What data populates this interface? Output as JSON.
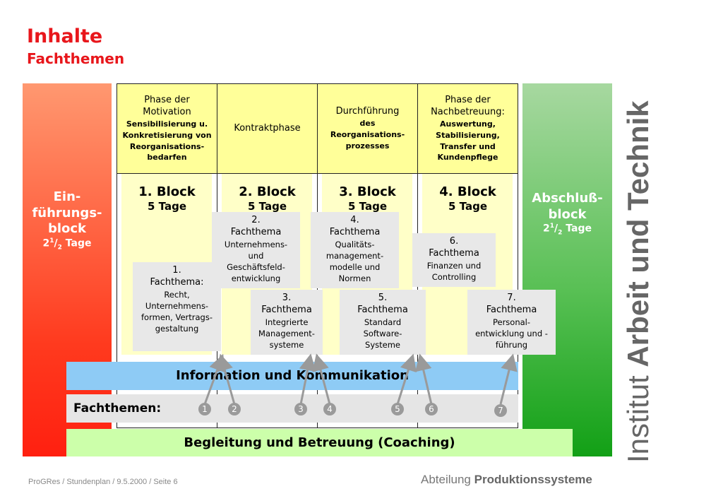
{
  "header": {
    "title": "Inhalte",
    "subtitle": "Fachthemen"
  },
  "intro_block": {
    "line1": "Ein-",
    "line2": "führungs-",
    "line3": "block",
    "duration": "21/2 Tage"
  },
  "closing_block": {
    "line1": "Abschluß-",
    "line2": "block",
    "duration": "21/2 Tage"
  },
  "phases": [
    {
      "title": "Phase der Motivation",
      "detail": "Sensibilisierung u. Konkretisierung von Reorganisations-bedarfen"
    },
    {
      "title": "Kontraktphase",
      "detail": ""
    },
    {
      "title": "Durchführung",
      "detail": "des Reorganisations-prozesses"
    },
    {
      "title": "Phase der Nachbetreuung:",
      "detail": "Auswertung, Stabilisierung, Transfer und Kundenpflege"
    }
  ],
  "blocks": [
    {
      "name": "1. Block",
      "duration": "5 Tage"
    },
    {
      "name": "2. Block",
      "duration": "5 Tage"
    },
    {
      "name": "3. Block",
      "duration": "5 Tage"
    },
    {
      "name": "4. Block",
      "duration": "5 Tage"
    }
  ],
  "topics": [
    {
      "number": "1.",
      "heading": "Fachthema:",
      "text": "Recht, Unternehmens-formen, Vertrags-gestaltung"
    },
    {
      "number": "2.",
      "heading": "Fachthema",
      "text": "Unternehmens- und Geschäftsfeld-entwicklung"
    },
    {
      "number": "3.",
      "heading": "Fachthema",
      "text": "Integrierte Management-systeme"
    },
    {
      "number": "4.",
      "heading": "Fachthema",
      "text": "Qualitäts-management-modelle und Normen"
    },
    {
      "number": "5.",
      "heading": "Fachthema",
      "text": "Standard Software-Systeme"
    },
    {
      "number": "6.",
      "heading": "Fachthema",
      "text": "Finanzen und Controlling"
    },
    {
      "number": "7.",
      "heading": "Fachthema",
      "text": "Personal-entwicklung und -führung"
    }
  ],
  "bars": {
    "information": "Information und Kommunikation",
    "fachthemen": "Fachthemen:",
    "coaching": "Begleitung und Betreuung (Coaching)"
  },
  "markers": [
    "1",
    "2",
    "3",
    "4",
    "5",
    "6",
    "7"
  ],
  "branding": {
    "institute_prefix": "Institut",
    "institute_name": "Arbeit und Technik"
  },
  "footer": {
    "left": "ProGRes / Stundenplan / 9.5.2000 /  Seite 6",
    "dept_prefix": "Abteilung",
    "dept_name": "Produktionssysteme"
  },
  "colors": {
    "title": "#e8161b",
    "phase_header": "#ffff99",
    "info_bar": "#8ecbf5",
    "coaching_bar": "#ccffaa"
  }
}
